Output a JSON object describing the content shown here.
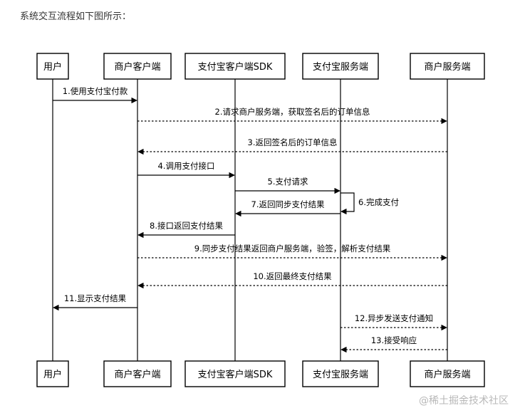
{
  "caption": "系统交互流程如下图所示：",
  "participants": [
    {
      "id": "user",
      "label": "用户"
    },
    {
      "id": "merchant_client",
      "label": "商户客户端"
    },
    {
      "id": "alipay_sdk",
      "label": "支付宝客户端SDK"
    },
    {
      "id": "alipay_server",
      "label": "支付宝服务端"
    },
    {
      "id": "merchant_server",
      "label": "商户服务端"
    }
  ],
  "messages": [
    {
      "label": "1.使用支付宝付款",
      "from": "user",
      "to": "merchant_client",
      "style": "solid"
    },
    {
      "label": "2.请求商户服务端，获取签名后的订单信息",
      "from": "merchant_client",
      "to": "merchant_server",
      "style": "dashed"
    },
    {
      "label": "3.返回签名后的订单信息",
      "from": "merchant_server",
      "to": "merchant_client",
      "style": "dashed"
    },
    {
      "label": "4.调用支付接口",
      "from": "merchant_client",
      "to": "alipay_sdk",
      "style": "solid"
    },
    {
      "label": "5.支付请求",
      "from": "alipay_sdk",
      "to": "alipay_server",
      "style": "solid"
    },
    {
      "label": "6.完成支付",
      "from": "alipay_server",
      "to": "alipay_server",
      "style": "self"
    },
    {
      "label": "7.返回同步支付结果",
      "from": "alipay_server",
      "to": "alipay_sdk",
      "style": "solid"
    },
    {
      "label": "8.接口返回支付结果",
      "from": "alipay_sdk",
      "to": "merchant_client",
      "style": "solid"
    },
    {
      "label": "9.同步支付结果返回商户服务端，验签，解析支付结果",
      "from": "merchant_client",
      "to": "merchant_server",
      "style": "dashed"
    },
    {
      "label": "10.返回最终支付结果",
      "from": "merchant_server",
      "to": "merchant_client",
      "style": "dashed"
    },
    {
      "label": "11.显示支付结果",
      "from": "merchant_client",
      "to": "user",
      "style": "solid"
    },
    {
      "label": "12.异步发送支付通知",
      "from": "alipay_server",
      "to": "merchant_server",
      "style": "dashed"
    },
    {
      "label": "13.接受响应",
      "from": "merchant_server",
      "to": "alipay_server",
      "style": "dashed"
    }
  ],
  "watermark": "@稀土掘金技术社区"
}
